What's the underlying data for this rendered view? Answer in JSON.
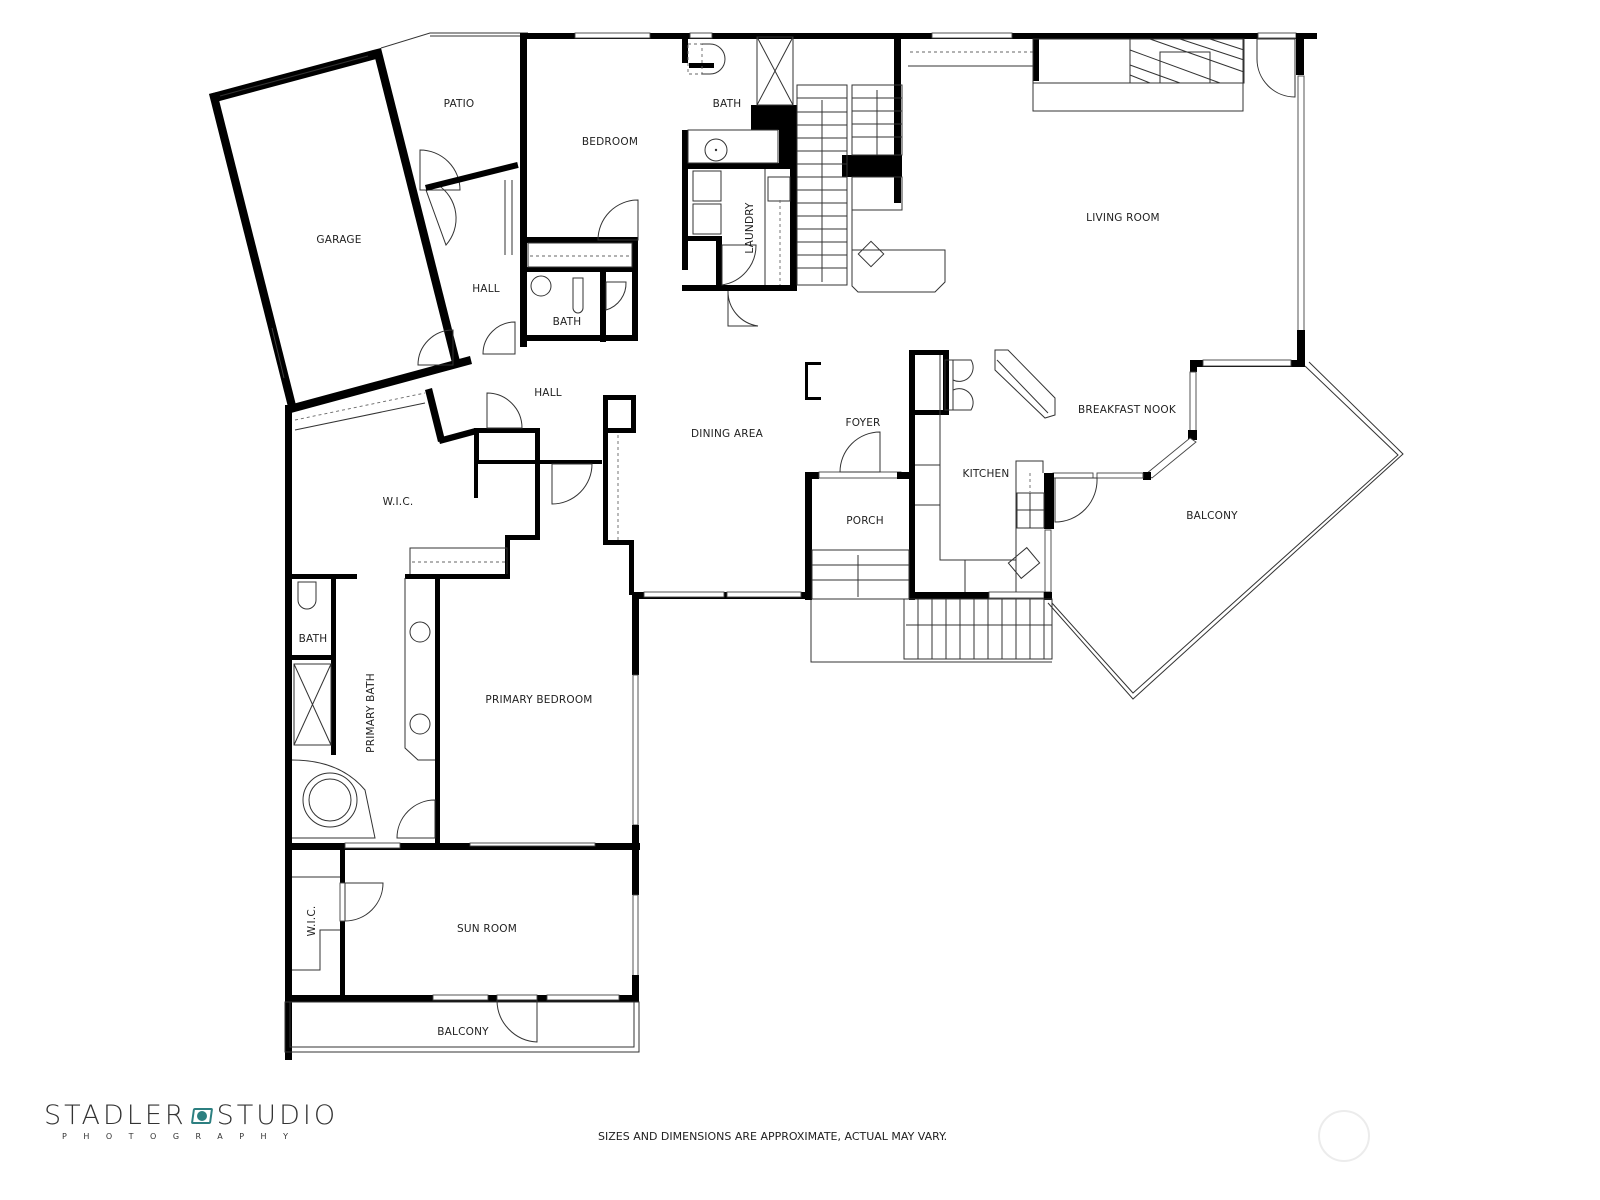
{
  "rooms": {
    "patio": "PATIO",
    "garage": "GARAGE",
    "bedroom": "BEDROOM",
    "bath_upper": "BATH",
    "laundry": "LAUNDRY",
    "living_room": "LIVING ROOM",
    "hall_upper": "HALL",
    "bath_hall": "BATH",
    "hall_lower": "HALL",
    "dining_area": "DINING AREA",
    "foyer": "FOYER",
    "breakfast_nook": "BREAKFAST NOOK",
    "kitchen": "KITCHEN",
    "porch": "PORCH",
    "balcony_east": "BALCONY",
    "wic_upper": "W.I.C.",
    "bath_primary_wc": "BATH",
    "primary_bath": "PRIMARY BATH",
    "primary_bedroom": "PRIMARY BEDROOM",
    "wic_lower": "W.I.C.",
    "sun_room": "SUN ROOM",
    "balcony_south": "BALCONY"
  },
  "footer": {
    "logo_main_left": "STADLER",
    "logo_main_right": "STUDIO",
    "logo_sub": "PHOTOGRAPHY",
    "disclaimer": "SIZES AND DIMENSIONS ARE APPROXIMATE, ACTUAL MAY VARY."
  },
  "colors": {
    "wall": "#000000",
    "logo_accent": "#2c7f80",
    "background": "#ffffff"
  }
}
